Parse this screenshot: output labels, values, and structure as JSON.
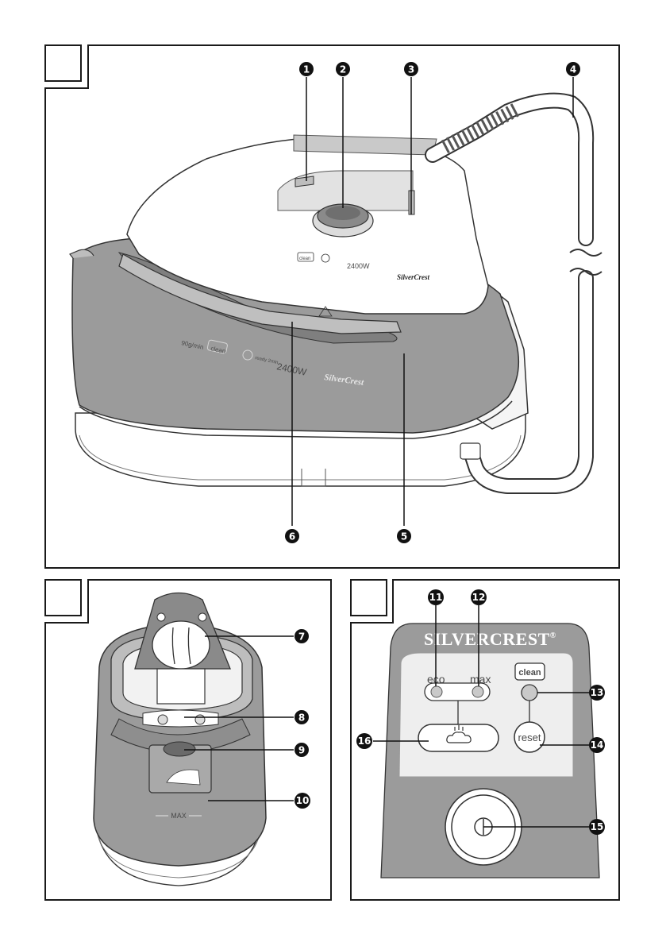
{
  "callouts": {
    "n1": "1",
    "n2": "2",
    "n3": "3",
    "n4": "4",
    "n5": "5",
    "n6": "6",
    "n7": "7",
    "n8": "8",
    "n9": "9",
    "n10": "10",
    "n11": "11",
    "n12": "12",
    "n13": "13",
    "n14": "14",
    "n15": "15",
    "n16": "16"
  },
  "iron_panel": {
    "brand": "SilverCrest",
    "power": "2400W"
  },
  "station_panel": {
    "brand": "SilverCrest",
    "power": "2400W",
    "steam_rate": "90g/min",
    "clean": "clean",
    "ready": "ready 2min"
  },
  "tank": {
    "max_label": "MAX"
  },
  "control_panel": {
    "brand": "SILVERCREST",
    "registered": "®",
    "eco": "eco",
    "max": "max",
    "clean": "clean",
    "reset": "reset"
  },
  "colors": {
    "frame": "#1a1a1a",
    "body_grey": "#9b9b9b",
    "light_grey": "#d0d0d0",
    "panel_light": "#eeeeee",
    "callout_fill": "#111111"
  }
}
